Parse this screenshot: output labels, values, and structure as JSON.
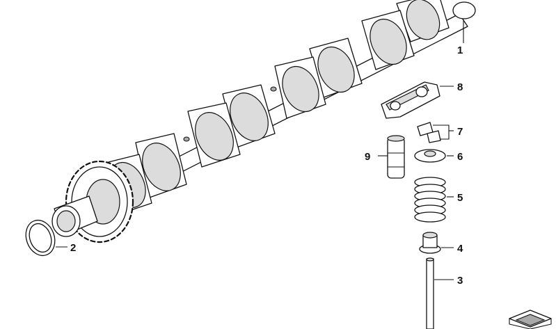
{
  "diagram": {
    "callouts": [
      {
        "id": "part-1",
        "label": "1"
      },
      {
        "id": "part-2",
        "label": "2"
      },
      {
        "id": "part-3",
        "label": "3"
      },
      {
        "id": "part-4",
        "label": "4"
      },
      {
        "id": "part-5",
        "label": "5"
      },
      {
        "id": "part-6",
        "label": "6"
      },
      {
        "id": "part-7",
        "label": "7"
      },
      {
        "id": "part-8",
        "label": "8"
      },
      {
        "id": "part-9",
        "label": "9"
      }
    ],
    "colors": {
      "line": "#111111",
      "shade": "#dcdcdc",
      "background": "#ffffff"
    },
    "icons": {
      "corner": "catalog-book-icon"
    }
  }
}
